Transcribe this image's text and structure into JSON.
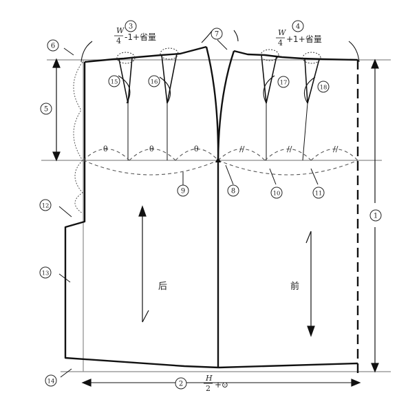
{
  "callouts": [
    "1",
    "2",
    "3",
    "4",
    "5",
    "6",
    "7",
    "8",
    "9",
    "10",
    "11",
    "12",
    "13",
    "14",
    "15",
    "16",
    "17",
    "18"
  ],
  "formulas": {
    "back_waist": {
      "num": "W",
      "den": "4",
      "rest": "-1+省量"
    },
    "front_waist": {
      "num": "W",
      "den": "4",
      "rest": "+1+省量"
    },
    "hip_width": {
      "num": "H",
      "den": "2",
      "rest": "+⊙"
    }
  },
  "panel_labels": {
    "back": "后",
    "front": "前"
  },
  "equal_marks": {
    "back": "θ",
    "front": "//"
  },
  "colors": {
    "line": "#111111",
    "guide": "#888888",
    "dash": "#555555"
  }
}
